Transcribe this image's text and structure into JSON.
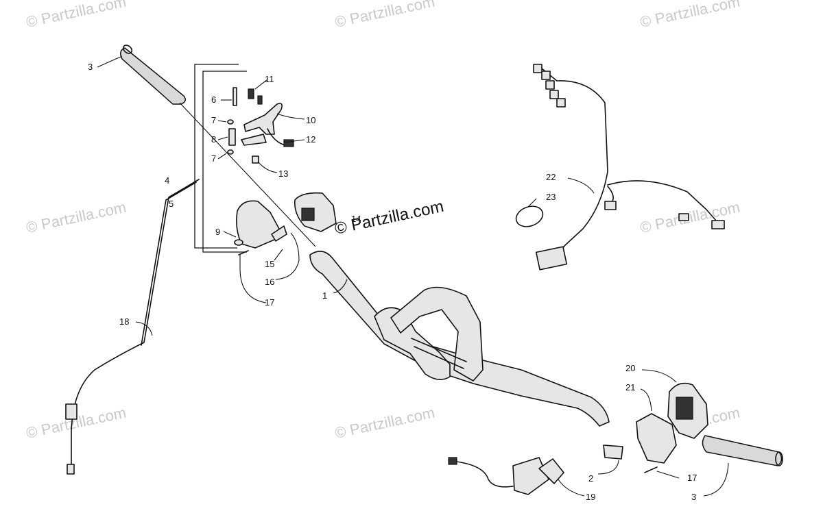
{
  "watermark": {
    "text": "© Partzilla.com",
    "main_text": "© Partzilla.com"
  },
  "callouts": {
    "c1": "1",
    "c2": "2",
    "c3a": "3",
    "c3b": "3",
    "c4": "4",
    "c5": "5",
    "c6": "6",
    "c7a": "7",
    "c7b": "7",
    "c8": "8",
    "c9": "9",
    "c10": "10",
    "c11": "11",
    "c12": "12",
    "c13": "13",
    "c14": "14",
    "c15": "15",
    "c16": "16",
    "c17a": "17",
    "c17b": "17",
    "c18": "18",
    "c19": "19",
    "c20": "20",
    "c21": "21",
    "c22": "22",
    "c23": "23"
  },
  "colors": {
    "line": "#111111",
    "watermark": "#c9c9c9",
    "background": "#ffffff"
  }
}
